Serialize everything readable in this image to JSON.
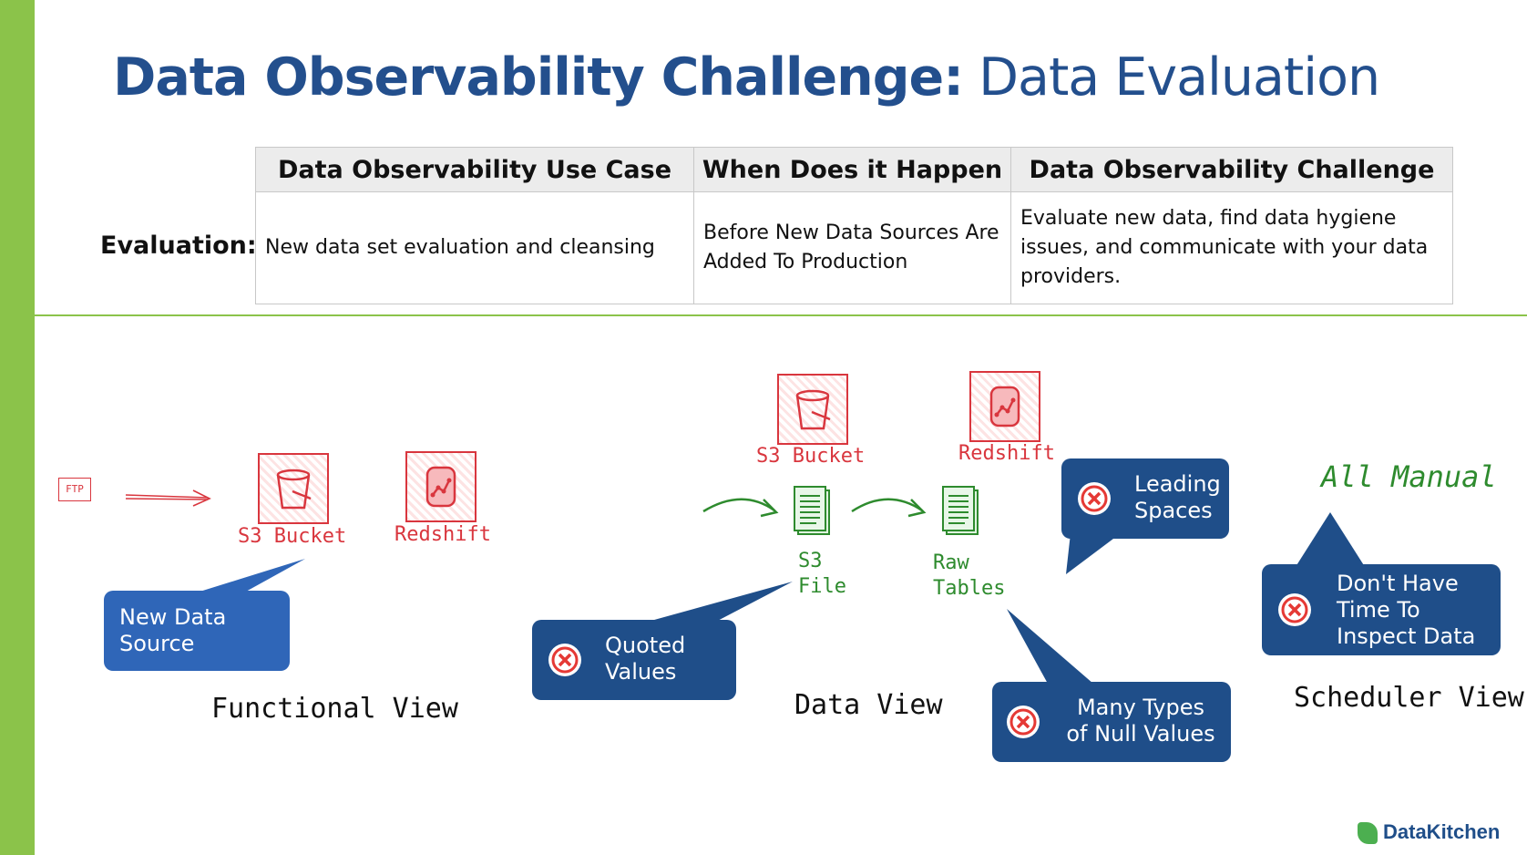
{
  "title": {
    "bold": "Data Observability Challenge:",
    "light": "Data Evaluation"
  },
  "table": {
    "headers": [
      "Data Observability Use Case",
      "When Does it Happen",
      "Data Observability Challenge"
    ],
    "row_label": "Evaluation:",
    "row": [
      "New data set evaluation and cleansing",
      "Before New Data Sources Are Added To Production",
      "Evaluate new data, find data hygiene issues, and communicate with your data providers."
    ]
  },
  "functional": {
    "ftp_label": "FTP",
    "s3_label": "S3 Bucket",
    "redshift_label": "Redshift",
    "callout": "New Data Source",
    "view_label": "Functional View"
  },
  "data_view": {
    "s3_label": "S3 Bucket",
    "redshift_label": "Redshift",
    "s3_file_label": "S3 File",
    "raw_tables_label": "Raw Tables",
    "callout_quoted": "Quoted Values",
    "callout_leading": "Leading Spaces",
    "callout_nulls": "Many Types of Null Values",
    "view_label": "Data View"
  },
  "scheduler": {
    "all_manual": "All Manual",
    "callout": "Don't Have Time To Inspect Data",
    "view_label": "Scheduler View"
  },
  "logo": "DataKitchen",
  "colors": {
    "accent_green": "#8bc34a",
    "title_blue": "#234f8d",
    "callout_blue": "#1f4e89",
    "red": "#d9363e",
    "green": "#2e8b2e"
  }
}
